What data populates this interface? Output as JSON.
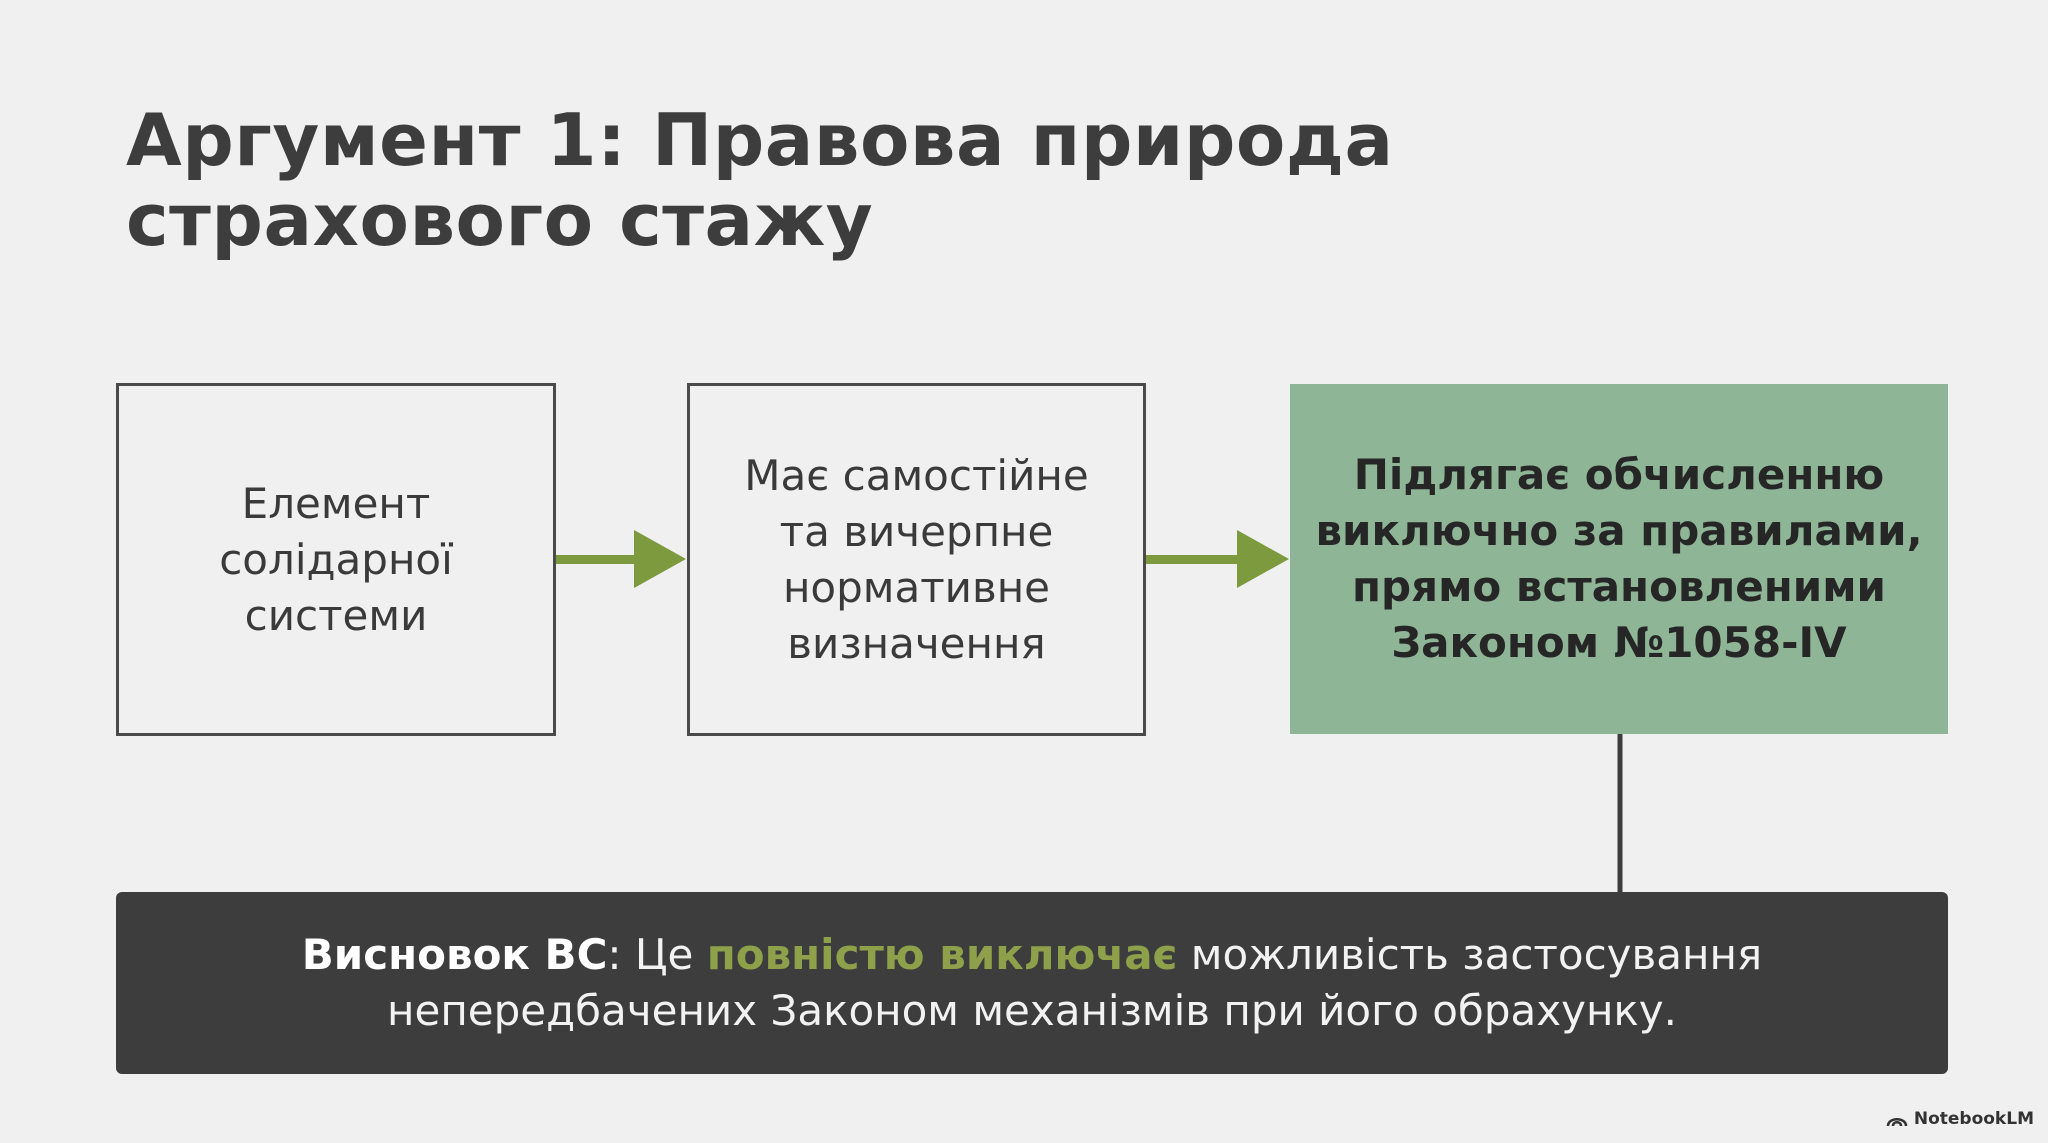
{
  "slide": {
    "title_line1": "Аргумент 1: Правова природа",
    "title_line2": "страхового стажу"
  },
  "flow": {
    "steps": [
      {
        "text": "Елемент солідарної системи"
      },
      {
        "text": "Має самостійне та вичерпне нормативне визначення"
      },
      {
        "text": "Підлягає обчисленню виключно за правилами, прямо встановленими Законом №1058-IV"
      }
    ]
  },
  "conclusion": {
    "label": "Висновок ВС",
    "separator": ": Це ",
    "emphasis": "повністю виключає",
    "rest": " можливість застосування непередбачених Законом механізмів при його обрахунку."
  },
  "branding": {
    "logo_text": "NotebookLM",
    "logo_icon": "notebooklm-logo-icon"
  },
  "colors": {
    "background": "#f0f0f0",
    "arrow": "#7d9a3f",
    "highlight_box": "#8fb597",
    "conclusion_bg": "#3d3d3d",
    "accent_text": "#8fa04a"
  }
}
